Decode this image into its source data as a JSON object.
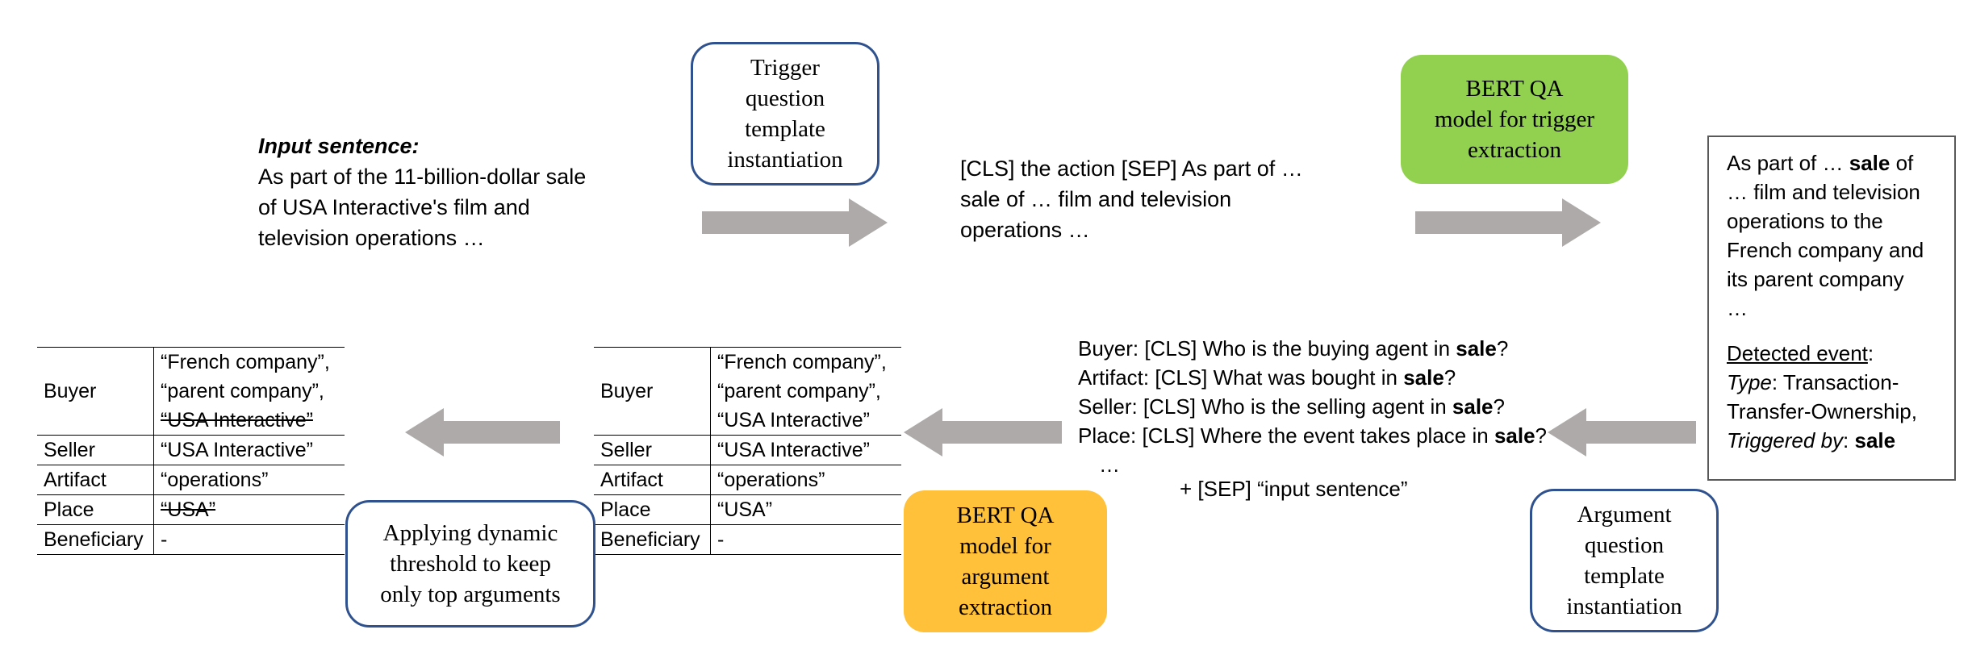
{
  "input": {
    "heading": "Input sentence:",
    "lines": [
      "As part of the 11-billion-dollar sale",
      "of USA Interactive's film and",
      "television operations …"
    ]
  },
  "trigger_template_box": [
    "Trigger",
    "question",
    "template",
    "instantiation"
  ],
  "trigger_query": {
    "lines": [
      "[CLS] the action [SEP] As part of …",
      "sale of … film and television",
      "operations …"
    ]
  },
  "bert_trigger_box": [
    "BERT QA",
    "model for trigger",
    "extraction"
  ],
  "detection_result": {
    "sentence_lines": [
      "As part of … ",
      "sale",
      " of",
      "… film and television",
      "operations  to the",
      "French company and",
      "its parent company",
      "…"
    ],
    "detected_label": "Detected event",
    "type_label": "Type",
    "type_value_lines": [
      ": Transaction-",
      "Transfer-Ownership,"
    ],
    "triggered_label": "Triggered by",
    "trigger_word": "sale"
  },
  "argument_template_box": [
    "Argument",
    "question",
    "template",
    "instantiation"
  ],
  "argument_questions": {
    "rows": [
      {
        "prefix": "Buyer: [CLS] Who is the buying agent in ",
        "trigger": "sale",
        "suffix": "?"
      },
      {
        "prefix": "Artifact: [CLS] What was bought in ",
        "trigger": "sale",
        "suffix": "?"
      },
      {
        "prefix": "Seller: [CLS] Who is the selling agent in ",
        "trigger": "sale",
        "suffix": "?"
      },
      {
        "prefix": "Place: [CLS] Where the event takes place in ",
        "trigger": "sale",
        "suffix": "?"
      }
    ],
    "ellipsis": "…",
    "sep_line": "+ [SEP] “input sentence”"
  },
  "bert_argument_box": [
    "BERT QA",
    "model for",
    "argument",
    "extraction"
  ],
  "raw_table": {
    "buyer_role": "Buyer",
    "buyer_values": [
      "“French company”,",
      "“parent company”,",
      "“USA Interactive”"
    ],
    "rows": [
      {
        "role": "Seller",
        "value": "“USA Interactive”"
      },
      {
        "role": "Artifact",
        "value": "“operations”"
      },
      {
        "role": "Place",
        "value": "“USA”"
      },
      {
        "role": "Beneficiary",
        "value": "-"
      }
    ]
  },
  "threshold_box": [
    "Applying dynamic",
    "threshold to keep",
    "only top arguments"
  ],
  "final_table": {
    "buyer_role": "Buyer",
    "buyer_values": [
      "“French company”,",
      "“parent company”,",
      "“USA Interactive”"
    ],
    "rows": [
      {
        "role": "Seller",
        "value": "“USA Interactive”"
      },
      {
        "role": "Artifact",
        "value": "“operations”"
      },
      {
        "role": "Place",
        "value": "“USA”"
      },
      {
        "role": "Beneficiary",
        "value": "-"
      }
    ]
  },
  "colors": {
    "arrow": "#aeaaaa",
    "box_border": "#2f528f",
    "green": "#92d050",
    "orange": "#ffc03a"
  }
}
